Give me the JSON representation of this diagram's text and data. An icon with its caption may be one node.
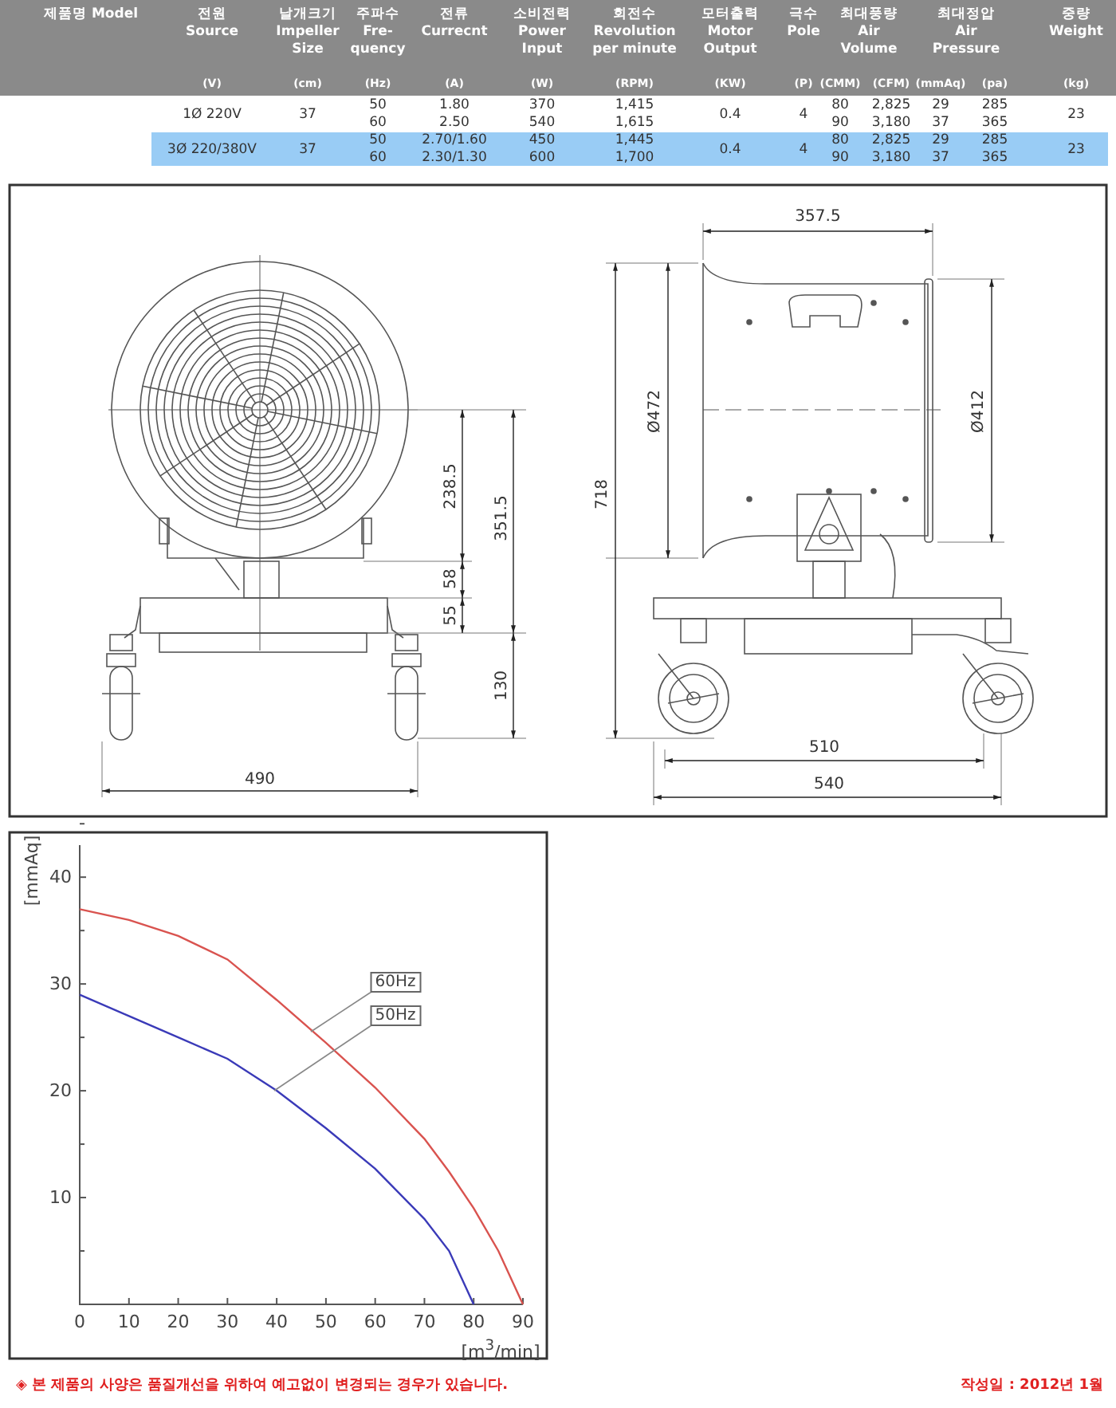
{
  "diagram": {
    "nodes": [
      {
        "text": [
          "60Hz"
        ]
      },
      {
        "text": [
          "50Hz"
        ]
      }
    ],
    "edges": [
      {
        "from": 0,
        "to": null,
        "arrow": "none"
      },
      {
        "from": 1,
        "to": null,
        "arrow": "none"
      }
    ],
    "labels": [
      "제품명 Model",
      "전원 Source",
      "날개크기 Impeller Size",
      "주파수 Fre-quency",
      "전류 Currecnt",
      "소비전력 Power Input",
      "회전수 Revolution per minute",
      "모터출력 Motor Output",
      "극수 Pole",
      "최대풍량 Air Volume",
      "최대정압 Air Pressure",
      "중량 Weight",
      "(V)",
      "(cm)",
      "(Hz)",
      "(A)",
      "(W)",
      "(RPM)",
      "(KW)",
      "(P)",
      "(CMM)",
      "(CFM)",
      "(mmAq)",
      "(pa)",
      "(kg)",
      "1Ø 220V",
      "37",
      "50",
      "1.80",
      "370",
      "1,415",
      "0.4",
      "4",
      "80",
      "2,825",
      "29",
      "285",
      "23",
      "60",
      "2.50",
      "540",
      "1,615",
      "90",
      "3,180",
      "37",
      "365",
      "3Ø 220/380V",
      "37",
      "50",
      "2.70/1.60",
      "450",
      "1,445",
      "0.4",
      "4",
      "80",
      "2,825",
      "29",
      "285",
      "23",
      "60",
      "2.30/1.30",
      "600",
      "1,700",
      "90",
      "3,180",
      "37",
      "365",
      "238.5",
      "351.5",
      "58",
      "55",
      "130",
      "490",
      "357.5",
      "Ø472",
      "Ø412",
      "718",
      "510",
      "540",
      "◈ 본 제품의 사양은 품질개선을 위하여 예고없이 변경되는 경우가 있습니다.",
      "작성일 : 2012년 1월"
    ],
    "chart_data": {
      "type": "line",
      "xlabel": "[m$^{3}$/min]",
      "ylabel": "[mmAq]",
      "x": [
        0,
        10,
        20,
        30,
        40,
        50,
        60,
        70,
        75,
        80,
        85,
        90
      ],
      "series": [
        {
          "color": "#d9534f",
          "values": [
            37,
            36,
            34.5,
            32.3,
            28.5,
            24.5,
            20.3,
            15.5,
            12.4,
            9,
            5,
            0
          ]
        },
        {
          "color": "#3a3ab8",
          "values": [
            29,
            27,
            25,
            23,
            20,
            16.5,
            12.7,
            8,
            5,
            0,
            null,
            null
          ]
        }
      ],
      "xlim": [
        0,
        90
      ],
      "ylim": [
        0,
        43
      ],
      "xticks": [
        0,
        10,
        20,
        30,
        40,
        50,
        60,
        70,
        80,
        90
      ],
      "yticks": [
        10,
        20,
        30,
        40
      ]
    }
  }
}
